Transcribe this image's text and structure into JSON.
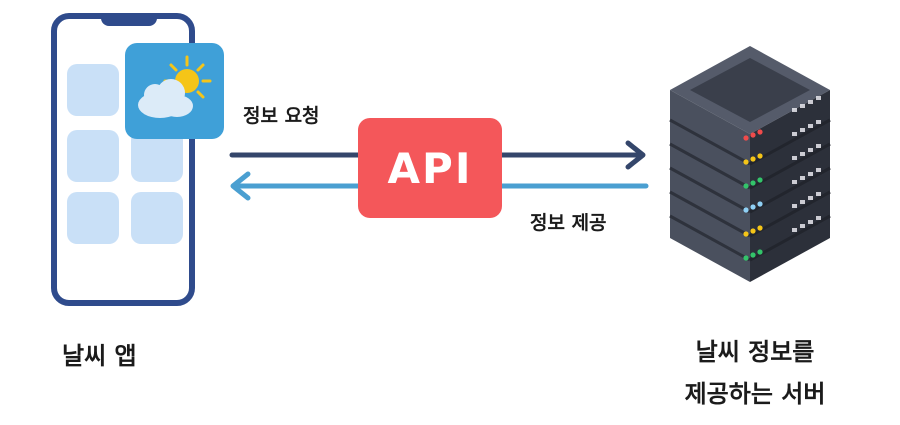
{
  "arrows": {
    "request_label": "정보 요청",
    "response_label": "정보 제공"
  },
  "api": {
    "label": "API"
  },
  "client": {
    "label": "날씨 앱"
  },
  "server": {
    "label_line1": "날씨 정보를",
    "label_line2": "제공하는 서버"
  },
  "colors": {
    "phone_frame": "#2f4b8c",
    "app_tile": "#c9e0f7",
    "weather_app_bg": "#3fa0d8",
    "api_box": "#f4575a",
    "request_arrow": "#34466b",
    "response_arrow": "#4a9fd1",
    "server_dark": "#3a3f4b"
  }
}
